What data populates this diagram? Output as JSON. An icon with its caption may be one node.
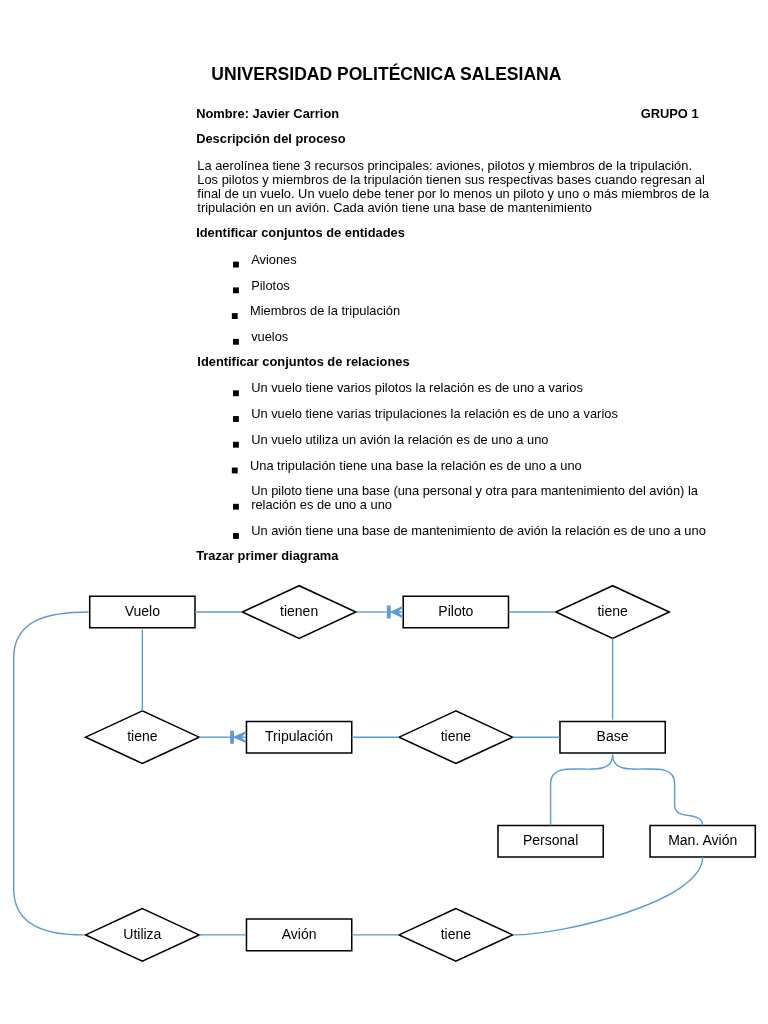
{
  "diagram": {
    "title": "UNIVERSIDAD POLITÉCNICA SALESIANA",
    "nodes": [
      {
        "text": [
          "Vuelo"
        ]
      },
      {
        "text": [
          "tienen"
        ]
      },
      {
        "text": [
          "Piloto"
        ]
      },
      {
        "text": [
          "tiene"
        ]
      },
      {
        "text": [
          "tiene"
        ]
      },
      {
        "text": [
          "Tripulación"
        ]
      },
      {
        "text": [
          "tiene"
        ]
      },
      {
        "text": [
          "Base"
        ]
      },
      {
        "text": [
          "Personal"
        ]
      },
      {
        "text": [
          "Man. Avión"
        ]
      },
      {
        "text": [
          "Utiliza"
        ]
      },
      {
        "text": [
          "Avión"
        ]
      },
      {
        "text": [
          "tiene"
        ]
      }
    ],
    "edges": [
      {
        "from": 0,
        "to": 1,
        "arrow": "none"
      },
      {
        "from": 1,
        "to": 2,
        "arrow": "other"
      },
      {
        "from": 2,
        "to": 3,
        "arrow": "none"
      },
      {
        "from": 3,
        "to": 7,
        "arrow": "none"
      },
      {
        "from": 0,
        "to": 4,
        "arrow": "none"
      },
      {
        "from": 4,
        "to": 5,
        "arrow": "other"
      },
      {
        "from": 5,
        "to": 6,
        "arrow": "none"
      },
      {
        "from": 6,
        "to": 7,
        "arrow": "none"
      },
      {
        "from": 7,
        "to": 8,
        "arrow": "none"
      },
      {
        "from": 7,
        "to": 9,
        "arrow": "none"
      },
      {
        "from": 0,
        "to": 10,
        "arrow": "none"
      },
      {
        "from": 10,
        "to": 11,
        "arrow": "none"
      },
      {
        "from": 11,
        "to": 12,
        "arrow": "none"
      },
      {
        "from": 12,
        "to": 9,
        "arrow": "none"
      }
    ],
    "labels": [
      "Nombre: Javier Carrion",
      "GRUPO 1",
      "Descripción del proceso",
      "La aerolínea tiene 3 recursos principales: aviones, pilotos y miembros de la tripulación. Los pilotos y miembros de la tripulación tienen sus respectivas bases cuando regresan al final de un vuelo. Un vuelo debe tener por lo menos un piloto y uno o más miembros de la tripulación en un avión. Cada avión tiene una base de mantenimiento",
      "Identificar conjuntos de entidades",
      "Aviones",
      "Pilotos",
      "Miembros de la tripulación",
      "vuelos",
      "Identificar conjuntos de relaciones",
      "Un vuelo tiene varios pilotos la relación es de uno a varios",
      "Un vuelo tiene varias tripulaciones la relación es de uno a varios",
      "Un vuelo utiliza un avión la relación es de uno a uno",
      "Una tripulación tiene una base la relación es de uno a uno",
      "Un piloto tiene una base (una personal y otra para mantenimiento del avión) la relación es de uno a uno",
      "Un avión tiene una base de mantenimiento de avión la relación es de uno a uno",
      "Trazar primer diagrama"
    ]
  }
}
